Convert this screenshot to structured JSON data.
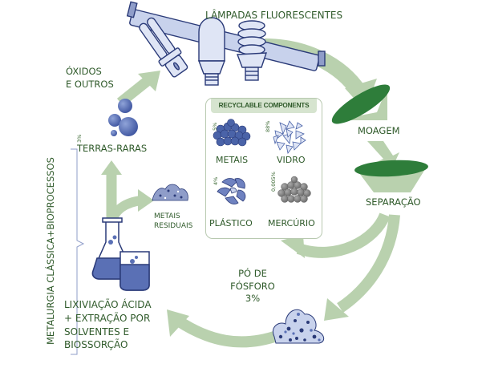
{
  "diagram": {
    "title": "LÂMPADAS FLUORESCENTES",
    "steps": {
      "grinding": "MOAGEM",
      "separation": "SEPARAÇÃO",
      "phosphor_powder": [
        "PÓ DE",
        "FÓSFORO",
        "3%"
      ],
      "leaching": [
        "LIXIVIAÇÃO ÁCIDA",
        "+ EXTRAÇÃO POR",
        "SOLVENTES E",
        "BIOSSORÇÃO"
      ],
      "residual_metals": [
        "METAIS",
        "RESIDUAIS"
      ],
      "rare_earths": "TERRAS-RARAS",
      "rare_earths_pct": "3%",
      "oxides": [
        "ÓXIDOS",
        "E OUTROS"
      ]
    },
    "side_bracket_label": "METALURGIA CLÁSSICA+BIOPROCESSOS",
    "recyclable_components": {
      "header": "RECYCLABLE COMPONENTS",
      "items": [
        {
          "name": "METAIS",
          "percent": "5%",
          "icon": "metal-pellets-icon"
        },
        {
          "name": "VIDRO",
          "percent": "88%",
          "icon": "glass-shards-icon"
        },
        {
          "name": "PLÁSTICO",
          "percent": "4%",
          "icon": "plastic-flakes-icon"
        },
        {
          "name": "MERCÚRIO",
          "percent": "0,005%",
          "icon": "mercury-beads-icon"
        }
      ]
    },
    "colors": {
      "arrow": "#b9d1ae",
      "dark_green": "#2e7d3a",
      "text_green": "#2f5a2a",
      "blue": "#4a63a8",
      "light_blue": "#c8d2ec",
      "outline": "#2a3a78"
    }
  }
}
